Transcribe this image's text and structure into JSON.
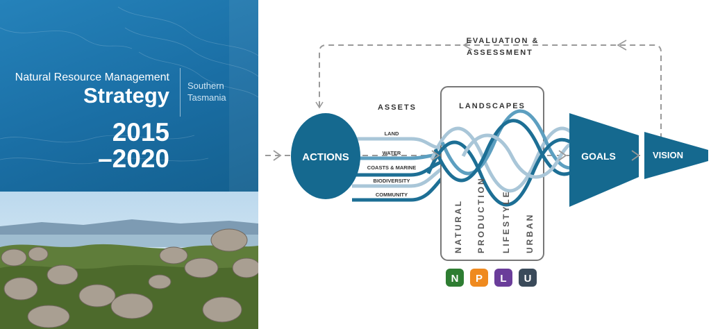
{
  "cover": {
    "subtitle": "Natural Resource Management",
    "title": "Strategy",
    "region_line1": "Southern",
    "region_line2": "Tasmania",
    "year_line1": "2015",
    "year_line2": "–2020",
    "photo_icon": "mountain-landscape-photo"
  },
  "diagram": {
    "feedback_label_line1": "EVALUATION &",
    "feedback_label_line2": "ASSESSMENT",
    "actions_label": "ACTIONS",
    "assets_title": "ASSETS",
    "assets": [
      "LAND",
      "WATER",
      "COASTS & MARINE",
      "BIODIVERSITY",
      "COMMUNITY"
    ],
    "landscapes_title": "LANDSCAPES",
    "landscapes": [
      "NATURAL",
      "PRODUCTION",
      "LIFESTYLE",
      "URBAN"
    ],
    "badges": [
      {
        "letter": "N",
        "color": "#2e7d32"
      },
      {
        "letter": "P",
        "color": "#ef8a1f"
      },
      {
        "letter": "L",
        "color": "#6a3d9a"
      },
      {
        "letter": "U",
        "color": "#3a4a5a"
      }
    ],
    "goals_label": "GOALS",
    "vision_label": "VISION",
    "colors": {
      "teal": "#15698f",
      "light_strand": "#a9c6d8",
      "mid_strand": "#5d9fc0",
      "dark_strand": "#1d6f95",
      "dashed_arrow": "#999999"
    }
  }
}
